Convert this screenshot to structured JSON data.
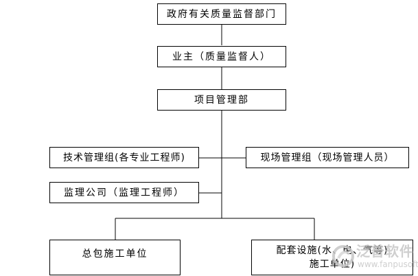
{
  "diagram": {
    "nodes": {
      "gov": "政府有关质量监督部门",
      "owner": "业主（质量监督人）",
      "dept": "项目管理部",
      "tech": "技术管理组(各专业工程师)",
      "site": "现场管理组（现场管理人员）",
      "supervisor": "监理公司（监理工程师）",
      "general": "总包施工单位",
      "support_line1": "配套设施(水、电、气等)",
      "support_line2": "施工单位)"
    },
    "edge_color": "#000000",
    "box_border": "#000000"
  },
  "watermark": {
    "brand": "泛普软件",
    "url": "www.fanpusoft.com",
    "icon": "swirl-logo-icon",
    "color": "#c7c7c7"
  }
}
